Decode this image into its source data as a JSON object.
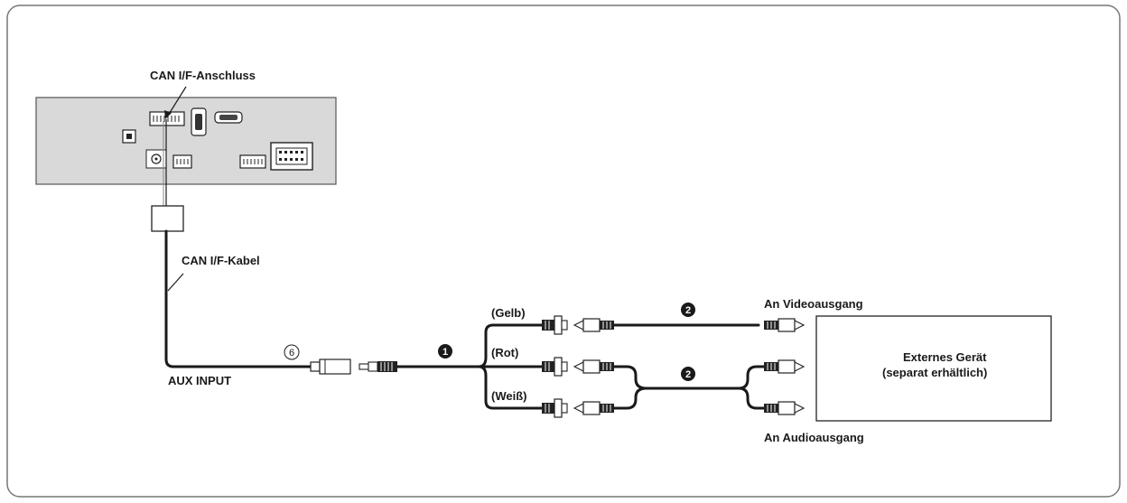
{
  "labels": {
    "can_port": "CAN I/F-Anschluss",
    "can_cable": "CAN I/F-Kabel",
    "aux_input": "AUX INPUT",
    "yellow": "(Gelb)",
    "red": "(Rot)",
    "white": "(Weiß)",
    "video_out": "An Videoausgang",
    "audio_out": "An Audioausgang",
    "external_device_line1": "Externes Gerät",
    "external_device_line2": "(separat erhältlich)"
  },
  "callouts": {
    "ring_six": "6",
    "cable_one": "1",
    "cable_two_video": "2",
    "cable_two_audio": "2"
  }
}
